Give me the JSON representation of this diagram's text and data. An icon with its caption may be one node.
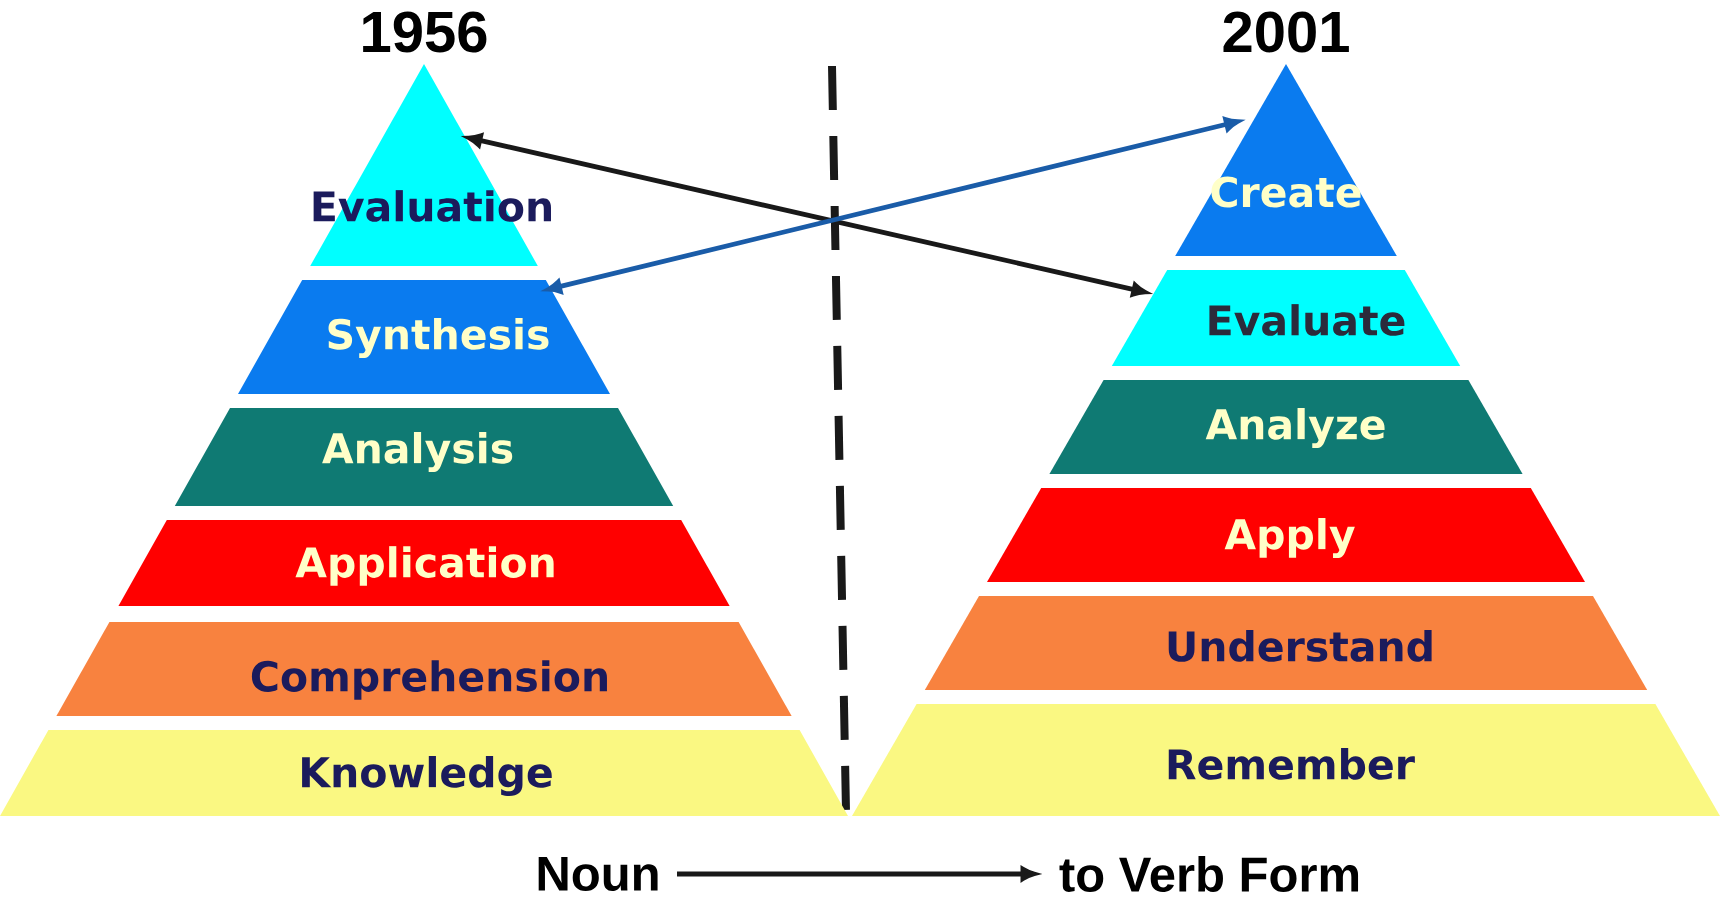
{
  "diagram": {
    "nodes": [
      {
        "text": [
          "Evaluation"
        ]
      },
      {
        "text": [
          "Synthesis"
        ]
      },
      {
        "text": [
          "Analysis"
        ]
      },
      {
        "text": [
          "Application"
        ]
      },
      {
        "text": [
          "Comprehension"
        ]
      },
      {
        "text": [
          "Knowledge"
        ]
      },
      {
        "text": [
          "Create"
        ]
      },
      {
        "text": [
          "Evaluate"
        ]
      },
      {
        "text": [
          "Analyze"
        ]
      },
      {
        "text": [
          "Apply"
        ]
      },
      {
        "text": [
          "Understand"
        ]
      },
      {
        "text": [
          "Remember"
        ]
      },
      {
        "text": [
          "Noun"
        ]
      },
      {
        "text": [
          "to Verb Form"
        ]
      }
    ],
    "edges": [
      {
        "from": 0,
        "to": 7,
        "arrow": "both"
      },
      {
        "from": 1,
        "to": 6,
        "arrow": "both",
        "color": "#1a5ca8"
      },
      {
        "from": 12,
        "to": 13,
        "arrow": "to"
      }
    ],
    "labels": [
      "1956",
      "2001"
    ]
  }
}
